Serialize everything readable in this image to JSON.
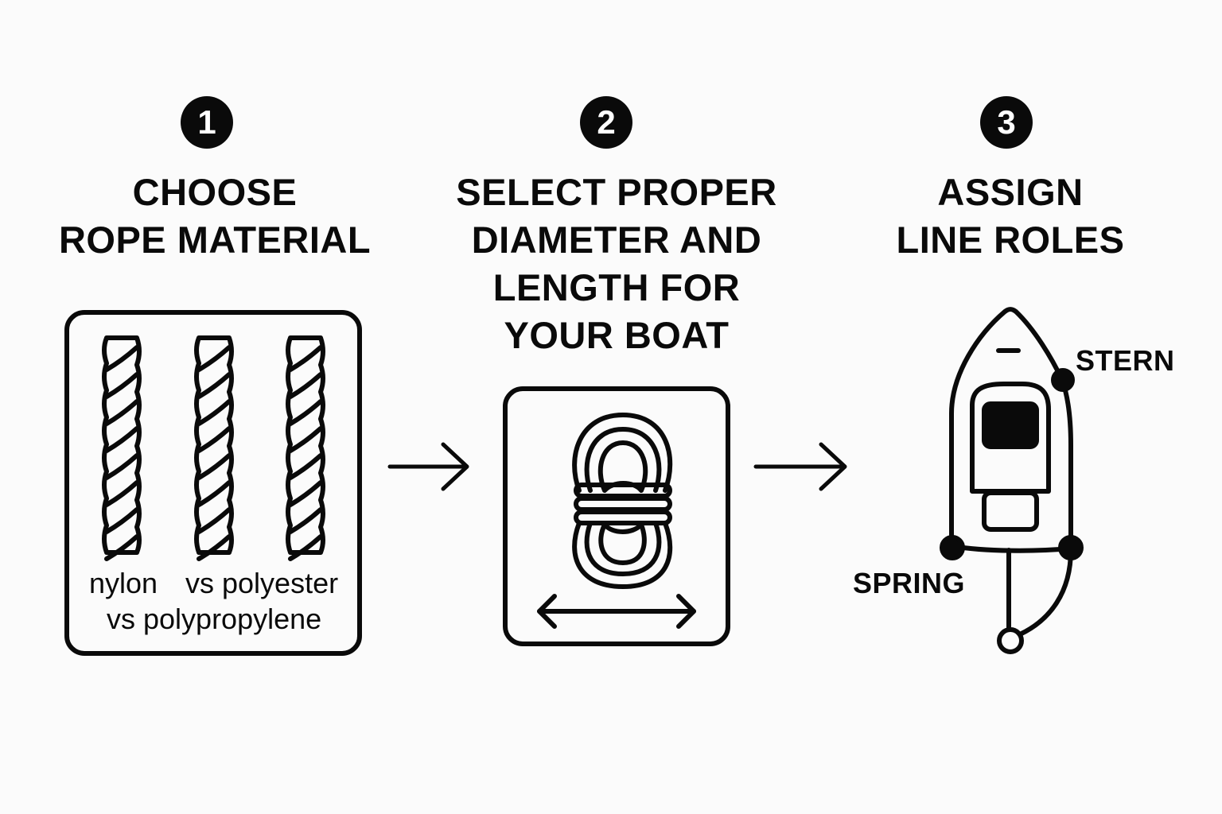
{
  "steps": [
    {
      "number": "1",
      "title": "CHOOSE\nROPE MATERIAL",
      "icon": "twisted-ropes-icon",
      "materials": [
        "nylon",
        "vs polyester",
        "vs polypropylene"
      ]
    },
    {
      "number": "2",
      "title": "SELECT PROPER\nDIAMETER AND\nLENGTH FOR\nYOUR BOAT",
      "icon": "coiled-rope-icon"
    },
    {
      "number": "3",
      "title": "ASSIGN\nLINE ROLES",
      "icon": "boat-mooring-icon",
      "labels": {
        "stern": "STERN",
        "spring": "SPRING"
      }
    }
  ],
  "connectors": [
    "arrow-right-icon",
    "arrow-right-icon"
  ],
  "colors": {
    "ink": "#0a0a0a",
    "background": "#fbfbfb"
  }
}
